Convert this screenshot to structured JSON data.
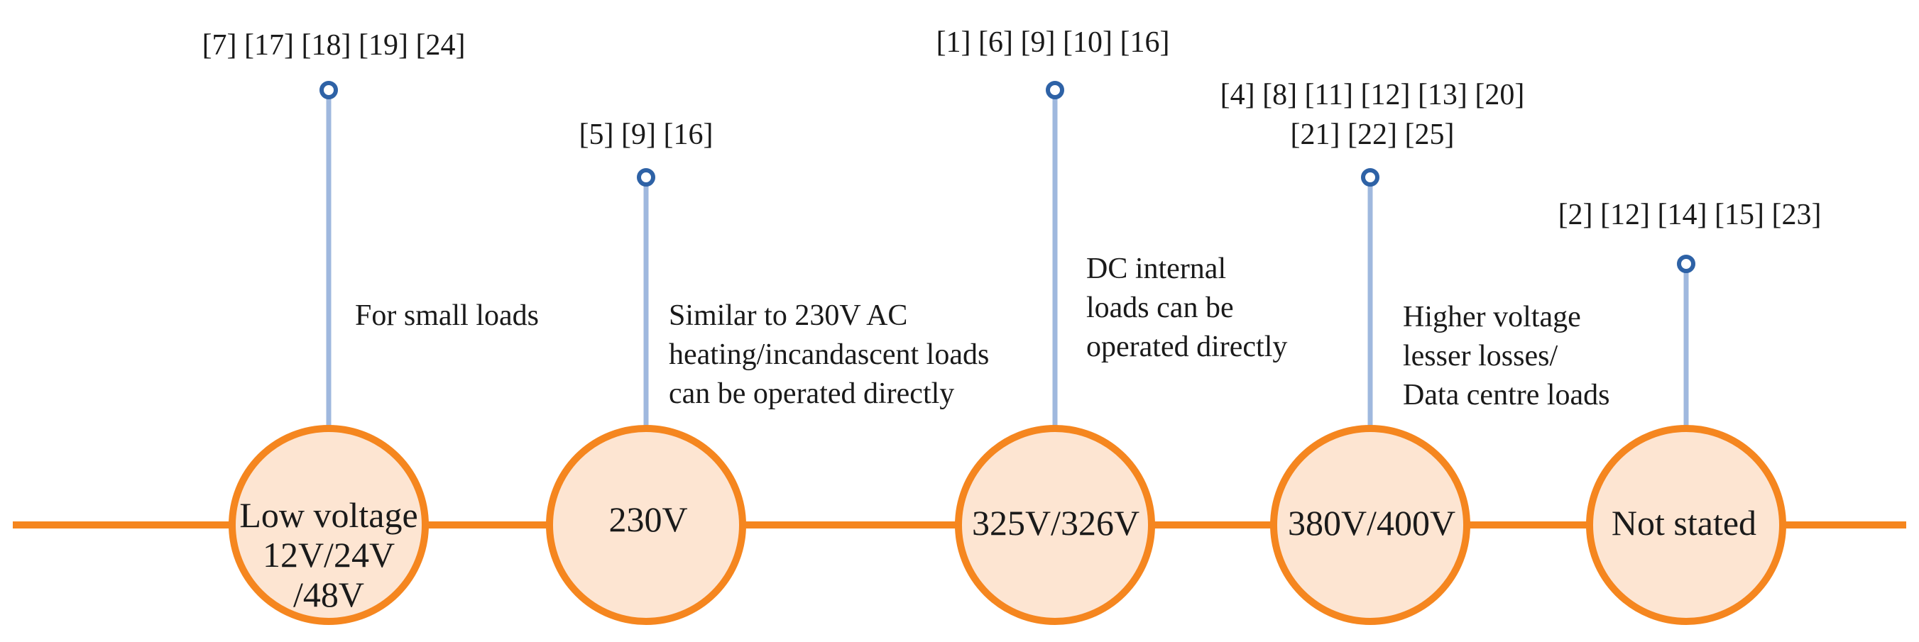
{
  "colors": {
    "timeline": "#f5861f",
    "circle_fill": "#fde5d2",
    "circle_stroke": "#f5861f",
    "stem": "#9fb8de",
    "dot_stroke": "#2e62a6",
    "text": "#1a1a1a"
  },
  "nodes": [
    {
      "label_lines": [
        "Low voltage",
        "12V/24V",
        "/48V"
      ],
      "refs_lines": [
        "[7] [17] [18] [19] [24]"
      ],
      "note_lines": [
        "For small loads"
      ]
    },
    {
      "label_lines": [
        "230V"
      ],
      "refs_lines": [
        "[5] [9] [16]"
      ],
      "note_lines": [
        "Similar to 230V AC",
        "heating/incandascent loads",
        "can be operated directly"
      ]
    },
    {
      "label_lines": [
        "325V/326V"
      ],
      "refs_lines": [
        "[1] [6] [9] [10] [16]"
      ],
      "note_lines": [
        "DC internal",
        "loads can be",
        "operated directly"
      ]
    },
    {
      "label_lines": [
        "380V/400V"
      ],
      "refs_lines": [
        "[4] [8] [11] [12] [13] [20]",
        "[21] [22] [25]"
      ],
      "note_lines": [
        "Higher voltage",
        "lesser losses/",
        "Data centre loads"
      ]
    },
    {
      "label_lines": [
        "Not stated"
      ],
      "refs_lines": [
        "[2] [12] [14] [15] [23]"
      ],
      "note_lines": []
    }
  ]
}
